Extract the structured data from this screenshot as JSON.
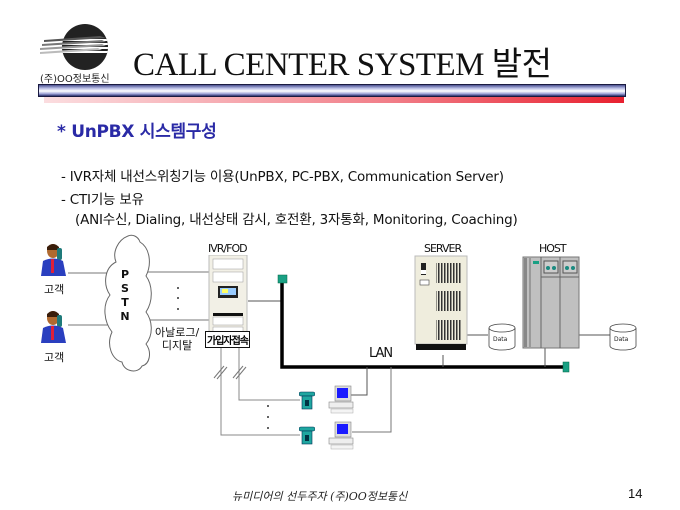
{
  "header": {
    "title": "CALL CENTER SYSTEM 발전",
    "company": "(주)OO정보통신",
    "logo_icon": "globe-logo-icon"
  },
  "section": {
    "title": "* UnPBX 시스템구성"
  },
  "bullets": [
    "- IVR자체 내선스위칭기능 이용(UnPBX, PC-PBX, Communication Server)",
    "-  CTI기능 보유",
    "(ANI수신, Dialing, 내선상태 감시, 호전환, 3자통화, Monitoring, Coaching)"
  ],
  "diagram": {
    "customers": [
      {
        "label": "고객",
        "icon": "customer-on-phone-icon"
      },
      {
        "label": "고객",
        "icon": "customer-on-phone-icon"
      }
    ],
    "pstn": {
      "letters": [
        "P",
        "S",
        "T",
        "N"
      ],
      "icon": "cloud-icon"
    },
    "analog_digital_label": [
      "아날로그/",
      "디지탈"
    ],
    "ivr_label": "IVR/FOD",
    "subscriber_label": "가입자접속",
    "lan_label": "LAN",
    "server_label": "SERVER",
    "host_label": "HOST",
    "data_labels": [
      "Data",
      "Data"
    ],
    "ellipsis": ". . .",
    "colors": {
      "lan_line": "#000000",
      "terminator": "#1aa084",
      "phone": "#1fa6a0",
      "monitor_screen": "#1a1aff",
      "host_body": "#c0c0c0",
      "server_body": "#efeddd"
    }
  },
  "footer": {
    "text": "뉴미디어의 선두주자 (주)OO정보통신",
    "page": "14"
  }
}
